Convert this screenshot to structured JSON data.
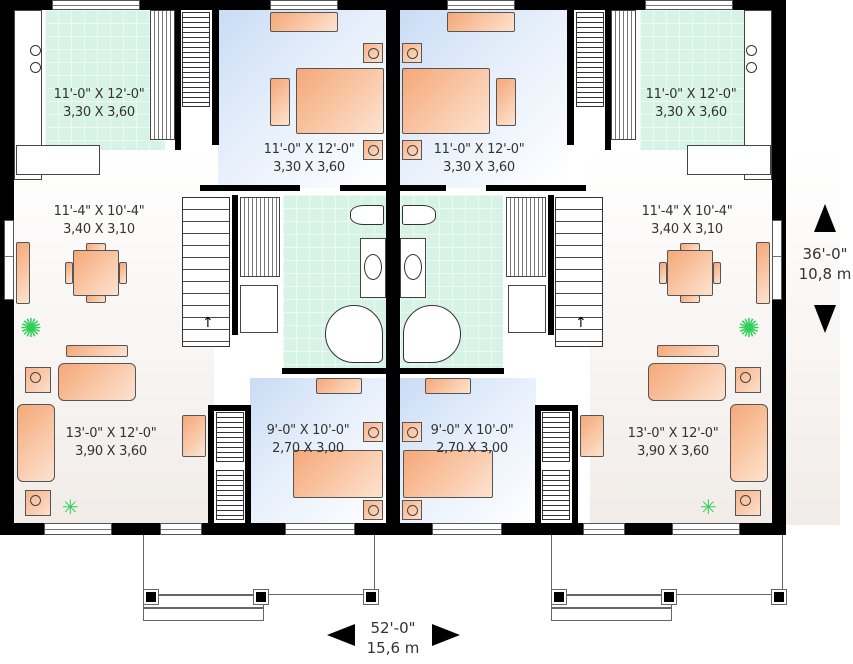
{
  "plan": {
    "type": "duplex floor plan",
    "colors": {
      "wall": "#000000",
      "tile_floor": "#d6f3e6",
      "bedroom_floor": "#c9dcf5",
      "furniture": "#f5a878",
      "plant": "#2fcf5a"
    }
  },
  "units": [
    {
      "side": "left",
      "rooms": {
        "kitchen": {
          "imperial": "11'-0\" X 12'-0\"",
          "metric": "3,30 X 3,60"
        },
        "bedroom_master": {
          "imperial": "11'-0\" X 12'-0\"",
          "metric": "3,30 X 3,60"
        },
        "dining": {
          "imperial": "11'-4\" X 10'-4\"",
          "metric": "3,40 X 3,10"
        },
        "living": {
          "imperial": "13'-0\" X 12'-0\"",
          "metric": "3,90 X 3,60"
        },
        "bedroom_2": {
          "imperial": "9'-0\" X 10'-0\"",
          "metric": "2,70 X 3,00"
        }
      }
    },
    {
      "side": "right",
      "rooms": {
        "kitchen": {
          "imperial": "11'-0\" X 12'-0\"",
          "metric": "3,30 X 3,60"
        },
        "bedroom_master": {
          "imperial": "11'-0\" X 12'-0\"",
          "metric": "3,30 X 3,60"
        },
        "dining": {
          "imperial": "11'-4\" X 10'-4\"",
          "metric": "3,40 X 3,10"
        },
        "living": {
          "imperial": "13'-0\" X 12'-0\"",
          "metric": "3,90 X 3,60"
        },
        "bedroom_2": {
          "imperial": "9'-0\" X 10'-0\"",
          "metric": "2,70 X 3,00"
        }
      }
    }
  ],
  "dimensions": {
    "width": {
      "imperial": "52'-0\"",
      "metric": "15,6 m"
    },
    "depth": {
      "imperial": "36'-0\"",
      "metric": "10,8 m"
    }
  }
}
